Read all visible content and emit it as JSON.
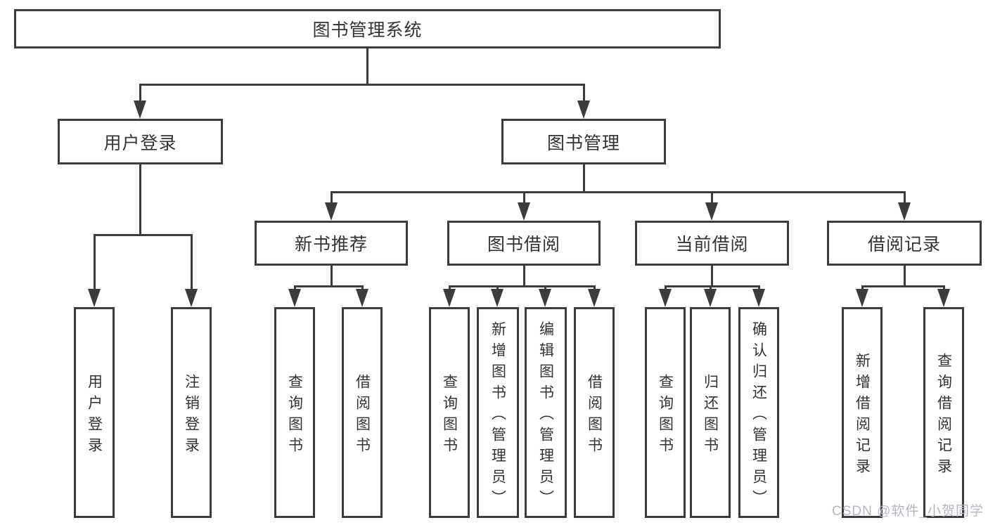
{
  "tree": {
    "root": "图书管理系统",
    "branches": [
      {
        "label": "用户登录",
        "children": [
          "用户登录",
          "注销登录"
        ]
      },
      {
        "label": "图书管理",
        "groups": [
          {
            "label": "新书推荐",
            "children": [
              "查询图书",
              "借阅图书"
            ]
          },
          {
            "label": "图书借阅",
            "children": [
              "查询图书",
              "新增图书（管理员）",
              "编辑图书（管理员）",
              "借阅图书"
            ]
          },
          {
            "label": "当前借阅",
            "children": [
              "查询图书",
              "归还图书",
              "确认归还（管理员）"
            ]
          },
          {
            "label": "借阅记录",
            "children": [
              "新增借阅记录",
              "查询借阅记录"
            ]
          }
        ]
      }
    ]
  },
  "watermark": "CSDN @软件_小贺同学",
  "colors": {
    "line": "#3c3c3c",
    "text": "#333333",
    "background": "#ffffff",
    "watermark": "#b3b7bf"
  }
}
